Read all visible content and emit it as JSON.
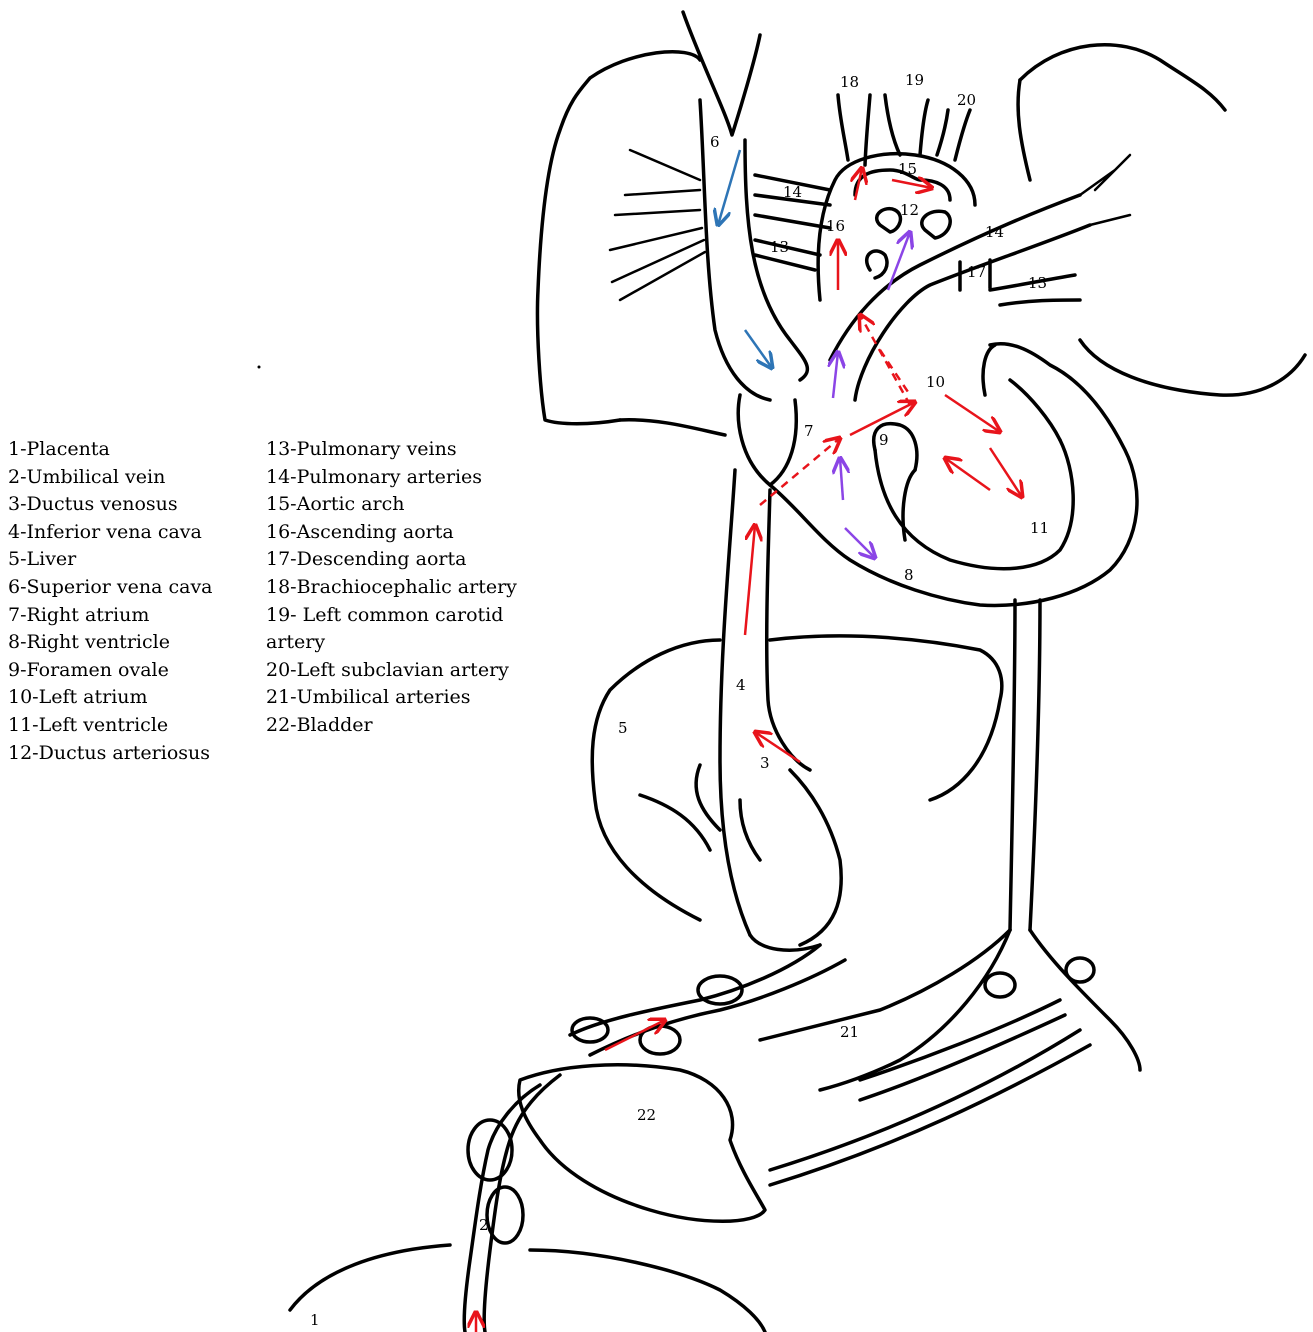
{
  "legend": {
    "left": [
      "1-Placenta",
      "2-Umbilical vein",
      "3-Ductus venosus",
      "4-Inferior vena cava",
      "5-Liver",
      "6-Superior vena cava",
      "7-Right atrium",
      "8-Right ventricle",
      "9-Foramen ovale",
      "10-Left atrium",
      "11-Left ventricle",
      "12-Ductus arteriosus"
    ],
    "right": [
      "13-Pulmonary veins",
      "14-Pulmonary arteries",
      "15-Aortic arch",
      "16-Ascending aorta",
      "17-Descending aorta",
      "18-Brachiocephalic artery",
      "19- Left common carotid",
      "artery",
      "20-Left subclavian artery",
      "21-Umbilical arteries",
      "22-Bladder"
    ]
  },
  "labels": {
    "n1": "1",
    "n2": "2",
    "n3": "3",
    "n4": "4",
    "n5": "5",
    "n6": "6",
    "n7": "7",
    "n8": "8",
    "n9": "9",
    "n10": "10",
    "n11": "11",
    "n12": "12",
    "n13a": "13",
    "n13b": "13",
    "n14a": "14",
    "n14b": "14",
    "n15": "15",
    "n16": "16",
    "n17": "17",
    "n18": "18",
    "n19": "19",
    "n20": "20",
    "n21": "21",
    "n22": "22"
  },
  "arrow_colors": {
    "oxygenated": "#e8141b",
    "deoxygenated": "#2e75b6",
    "mixed": "#8b45e6"
  }
}
